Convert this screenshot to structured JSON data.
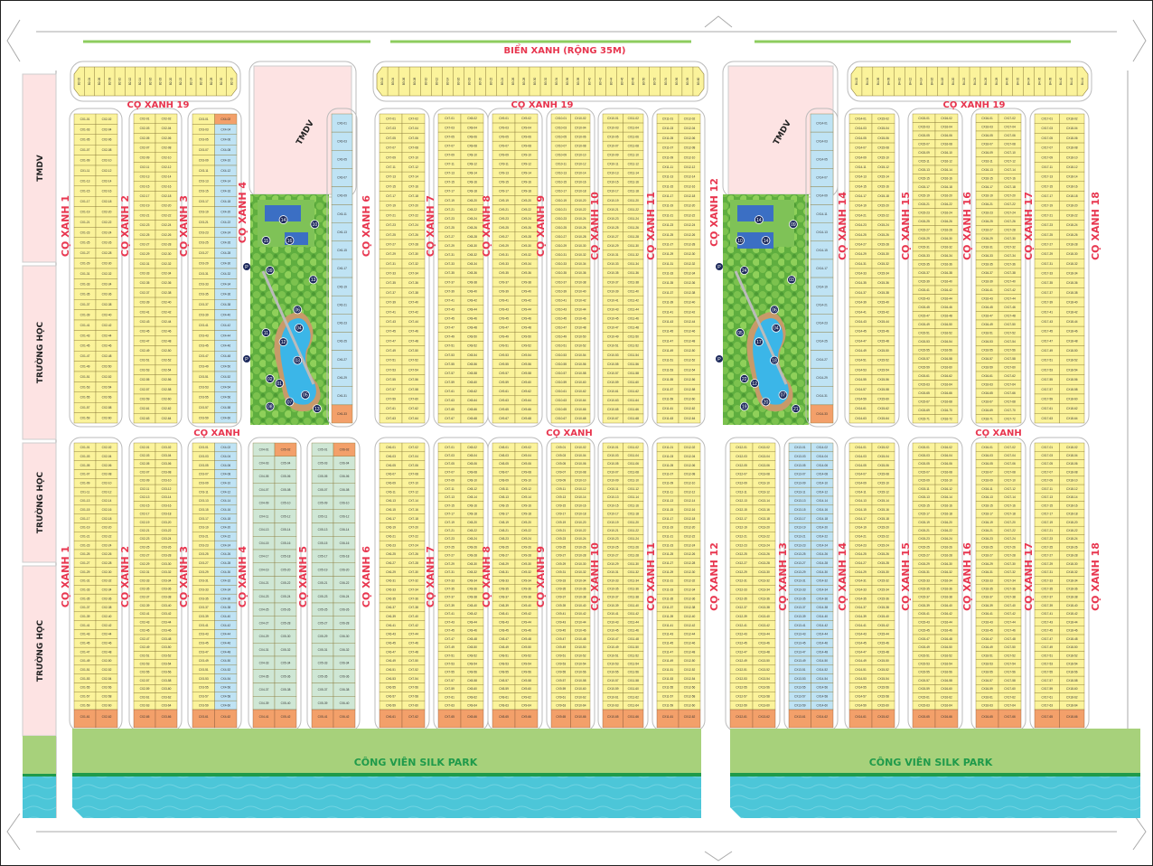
{
  "title": "BIỂN XANH (RỘNG 35M)",
  "street_top": "CỌ XANH 19",
  "street_mid": "CỌ XANH",
  "park_name": "CÔNG VIÊN SILK PARK",
  "commercial": "TMDV",
  "school": "TRƯỜNG HỌC",
  "parking": "P",
  "street_prefix": "CỌ XANH",
  "streets_upper": [
    "1",
    "2",
    "3",
    "4",
    "6",
    "7",
    "8",
    "9",
    "10",
    "11",
    "12",
    "14",
    "15",
    "16",
    "17",
    "18"
  ],
  "streets_lower": [
    "1",
    "2",
    "3",
    "4",
    "5",
    "6",
    "7",
    "8",
    "9",
    "10",
    "11",
    "12",
    "13",
    "14",
    "15",
    "16",
    "17",
    "18"
  ],
  "park_markers_1": [
    "14",
    "16",
    "15",
    "10",
    "09",
    "13",
    "06",
    "04",
    "11",
    "12",
    "03",
    "02",
    "01",
    "05",
    "08",
    "07",
    "13"
  ],
  "park_markers_2": [
    "14",
    "14",
    "10",
    "09",
    "24",
    "03",
    "06",
    "04",
    "05",
    "17",
    "18",
    "22",
    "12",
    "07",
    "19",
    "20",
    "21"
  ],
  "colors": {
    "yellow": "#fbf39b",
    "blue": "#bfe3f4",
    "orange": "#f3a06a",
    "mint": "#cfe7d5",
    "pink": "#fde3e3",
    "grass": "#a7d17b",
    "water": "#4cc6d8",
    "red_text": "#e8364f"
  },
  "upper_blocks": [
    {
      "l": "CX1",
      "r": "CX2",
      "rows": 30,
      "lc": "yellow",
      "rc": "yellow"
    },
    {
      "l": "CX2",
      "r": "CX2",
      "rows": 32,
      "lc": "yellow",
      "rc": "yellow"
    },
    {
      "l": "CX3",
      "r": "CX4",
      "rows": 30,
      "lc": "yellow",
      "rc": "blue",
      "top": "orange"
    },
    {
      "l": "CX6",
      "r": "",
      "rows": 17,
      "lc": "blue",
      "rc": "blue",
      "bottom": "orange"
    },
    {
      "l": "CX7",
      "r": "CX7",
      "rows": 32,
      "lc": "yellow",
      "rc": "yellow"
    },
    {
      "l": "CX7",
      "r": "CX8",
      "rows": 34,
      "lc": "yellow",
      "rc": "yellow"
    },
    {
      "l": "CX9",
      "r": "CX9",
      "rows": 34,
      "lc": "yellow",
      "rc": "yellow"
    },
    {
      "l": "CX10",
      "r": "CX10",
      "rows": 34,
      "lc": "yellow",
      "rc": "yellow"
    },
    {
      "l": "CX10",
      "r": "CX11",
      "rows": 34,
      "lc": "yellow",
      "rc": "yellow"
    },
    {
      "l": "CX11",
      "r": "CX12",
      "rows": 32,
      "lc": "yellow",
      "rc": "yellow"
    },
    {
      "l": "CX14",
      "r": "",
      "rows": 17,
      "lc": "blue",
      "rc": "blue",
      "bottom": "orange"
    },
    {
      "l": "CX14",
      "r": "CX15",
      "rows": 32,
      "lc": "yellow",
      "rc": "yellow"
    },
    {
      "l": "CX15",
      "r": "CX16",
      "rows": 36,
      "lc": "yellow",
      "rc": "yellow"
    },
    {
      "l": "CX16",
      "r": "CX17",
      "rows": 36,
      "lc": "yellow",
      "rc": "yellow"
    },
    {
      "l": "CX17",
      "r": "CX18",
      "rows": 32,
      "lc": "yellow",
      "rc": "yellow"
    }
  ],
  "lower_blocks": [
    {
      "l": "CX1",
      "r": "CX2",
      "rows": 30,
      "lc": "yellow",
      "rc": "yellow"
    },
    {
      "l": "CX2",
      "r": "CX3",
      "rows": 32,
      "lc": "yellow",
      "rc": "yellow"
    },
    {
      "l": "CX3",
      "r": "CX4",
      "rows": 30,
      "lc": "yellow",
      "rc": "blue"
    },
    {
      "l": "CX4",
      "r": "CX5",
      "rows": 20,
      "lc": "mint",
      "rc": "mint",
      "top": "orange"
    },
    {
      "l": "CX5",
      "r": "CX6",
      "rows": 20,
      "lc": "mint",
      "rc": "mint",
      "top": "orange"
    },
    {
      "l": "CX6",
      "r": "CX7",
      "rows": 30,
      "lc": "yellow",
      "rc": "yellow"
    },
    {
      "l": "CX7",
      "r": "CX8",
      "rows": 32,
      "lc": "yellow",
      "rc": "yellow"
    },
    {
      "l": "CX8",
      "r": "CX9",
      "rows": 32,
      "lc": "yellow",
      "rc": "yellow"
    },
    {
      "l": "CX9",
      "r": "CX10",
      "rows": 32,
      "lc": "yellow",
      "rc": "yellow"
    },
    {
      "l": "CX10",
      "r": "CX11",
      "rows": 32,
      "lc": "yellow",
      "rc": "yellow"
    },
    {
      "l": "CX11",
      "r": "CX12",
      "rows": 30,
      "lc": "yellow",
      "rc": "yellow"
    },
    {
      "l": "CX12",
      "r": "CX13",
      "rows": 30,
      "lc": "yellow",
      "rc": "yellow"
    },
    {
      "l": "CX13",
      "r": "CX14",
      "rows": 30,
      "lc": "blue",
      "rc": "blue"
    },
    {
      "l": "CX14",
      "r": "CX15",
      "rows": 30,
      "lc": "yellow",
      "rc": "yellow"
    },
    {
      "l": "CX15",
      "r": "CX16",
      "rows": 32,
      "lc": "yellow",
      "rc": "yellow"
    },
    {
      "l": "CX16",
      "r": "CX17",
      "rows": 32,
      "lc": "yellow",
      "rc": "yellow"
    },
    {
      "l": "CX17",
      "r": "CX18",
      "rows": 32,
      "lc": "yellow",
      "rc": "yellow"
    }
  ],
  "top_strips": [
    {
      "prefix": "B2",
      "lots": 16
    },
    {
      "prefix": "B3",
      "lots": 30
    },
    {
      "prefix": "B4",
      "lots": 22
    }
  ]
}
